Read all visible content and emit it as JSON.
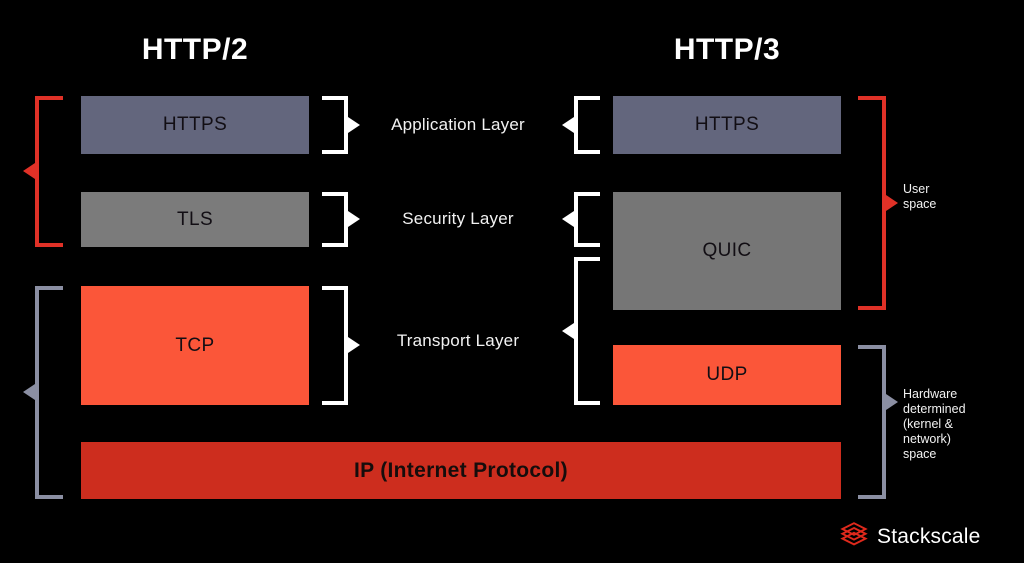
{
  "diagram": {
    "title_left": "HTTP/2",
    "title_right": "HTTP/3",
    "colors": {
      "background": "#000000",
      "https_box": "#63667d",
      "tls_box": "#7b7b7b",
      "quic_box": "#767676",
      "tcp_udp_box": "#fb5639",
      "ip_box": "#cd2d1e",
      "bracket_white": "#ffffff",
      "bracket_red": "#e03127",
      "bracket_gray": "#8b8fa3",
      "logo_red": "#e0291c",
      "text_light": "#f2f2f2"
    }
  },
  "http2": {
    "boxes": {
      "https": "HTTPS",
      "tls": "TLS",
      "tcp": "TCP"
    }
  },
  "http3": {
    "boxes": {
      "https": "HTTPS",
      "quic": "QUIC",
      "udp": "UDP"
    }
  },
  "shared": {
    "ip": "IP (Internet Protocol)"
  },
  "layers": {
    "application": "Application Layer",
    "security": "Security Layer",
    "transport": "Transport Layer"
  },
  "space_notes": {
    "user": "User\nspace",
    "hardware": "Hardware\ndetermined\n(kernel &\nnetwork)\nspace"
  },
  "logo": {
    "name": "Stackscale",
    "icon": "stacked-layers-icon"
  }
}
